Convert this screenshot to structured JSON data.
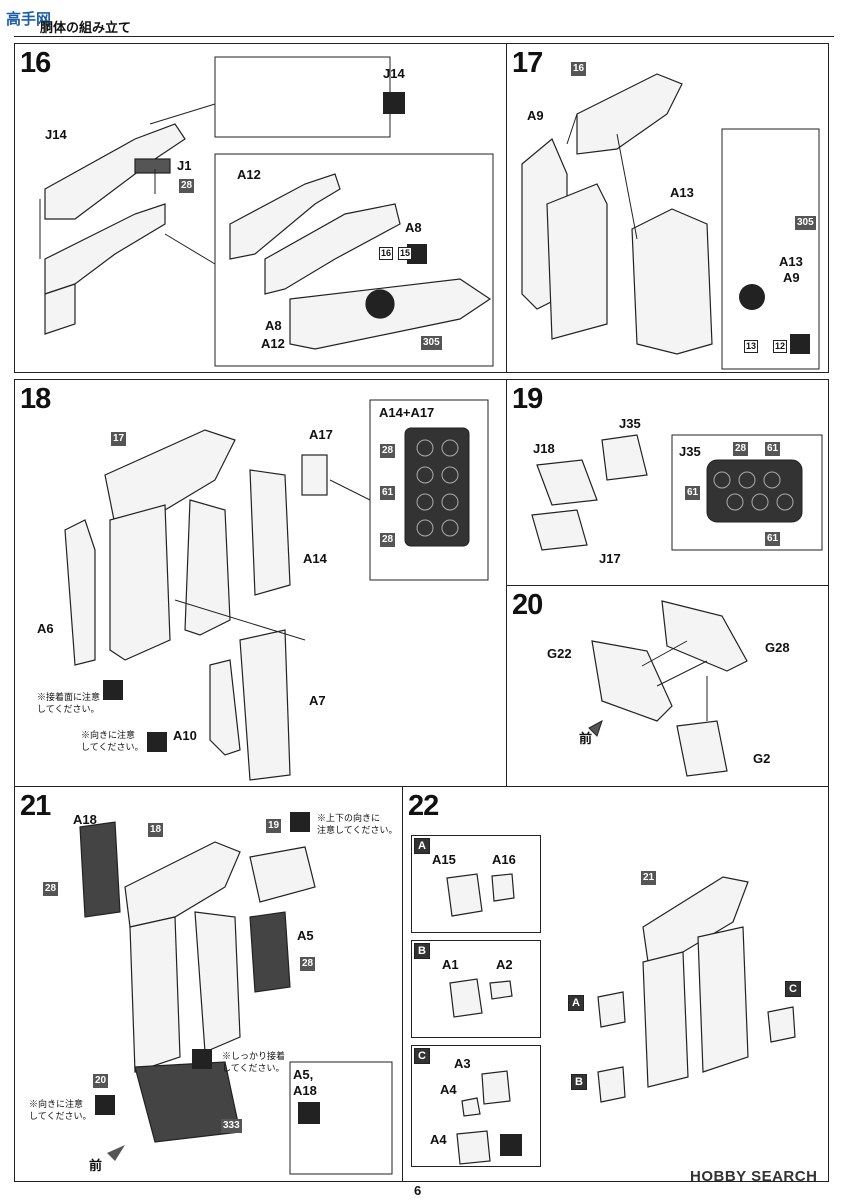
{
  "header": {
    "section_title": "胴体の組み立て",
    "watermark": "高手网"
  },
  "steps": {
    "s16": {
      "num": "16",
      "labels": {
        "j14": "J14",
        "j1": "J1",
        "j14b": "J14",
        "a12": "A12",
        "a8": "A8",
        "a8b": "A8",
        "a12b": "A12"
      },
      "tags": {
        "t28": "28",
        "t16": "16",
        "t15": "15",
        "t305": "305"
      }
    },
    "s17": {
      "num": "17",
      "ref": "16",
      "labels": {
        "a9": "A9",
        "a13": "A13",
        "a13b": "A13",
        "a9b": "A9"
      },
      "tags": {
        "t305": "305",
        "t13": "13",
        "t12": "12"
      }
    },
    "s18": {
      "num": "18",
      "ref": "17",
      "labels": {
        "a17": "A17",
        "a14": "A14",
        "a6": "A6",
        "a7": "A7",
        "a10": "A10",
        "detail": "A14+A17"
      },
      "tags": {
        "t28a": "28",
        "t61": "61",
        "t28b": "28"
      },
      "notes": {
        "n1a": "※接着面に注意",
        "n1b": "してください。",
        "n2a": "※向きに注意",
        "n2b": "してください。"
      }
    },
    "s19": {
      "num": "19",
      "labels": {
        "j35": "J35",
        "j18": "J18",
        "j17": "J17",
        "j35b": "J35"
      },
      "tags": {
        "t28": "28",
        "t61a": "61",
        "t61b": "61",
        "t61c": "61"
      }
    },
    "s20": {
      "num": "20",
      "labels": {
        "g22": "G22",
        "g28": "G28",
        "g2": "G2",
        "front": "前"
      }
    },
    "s21": {
      "num": "21",
      "ref18": "18",
      "ref19": "19",
      "ref20": "20",
      "labels": {
        "a18": "A18",
        "a5": "A5",
        "a5a18a": "A5,",
        "a5a18b": "A18",
        "front": "前"
      },
      "tags": {
        "t28a": "28",
        "t28b": "28",
        "t333": "333"
      },
      "notes": {
        "n1a": "※上下の向きに",
        "n1b": "注意してください。",
        "n2a": "※しっかり接着",
        "n2b": "してください。",
        "n3a": "※向きに注意",
        "n3b": "してください。"
      }
    },
    "s22": {
      "num": "22",
      "ref": "21",
      "labels": {
        "a15": "A15",
        "a16": "A16",
        "a1": "A1",
        "a2": "A2",
        "a3": "A3",
        "a4": "A4",
        "a4b": "A4"
      },
      "letters": {
        "a": "A",
        "b": "B",
        "c": "C"
      }
    }
  },
  "footer": {
    "page_number": "6",
    "brand": "HOBBY SEARCH"
  }
}
